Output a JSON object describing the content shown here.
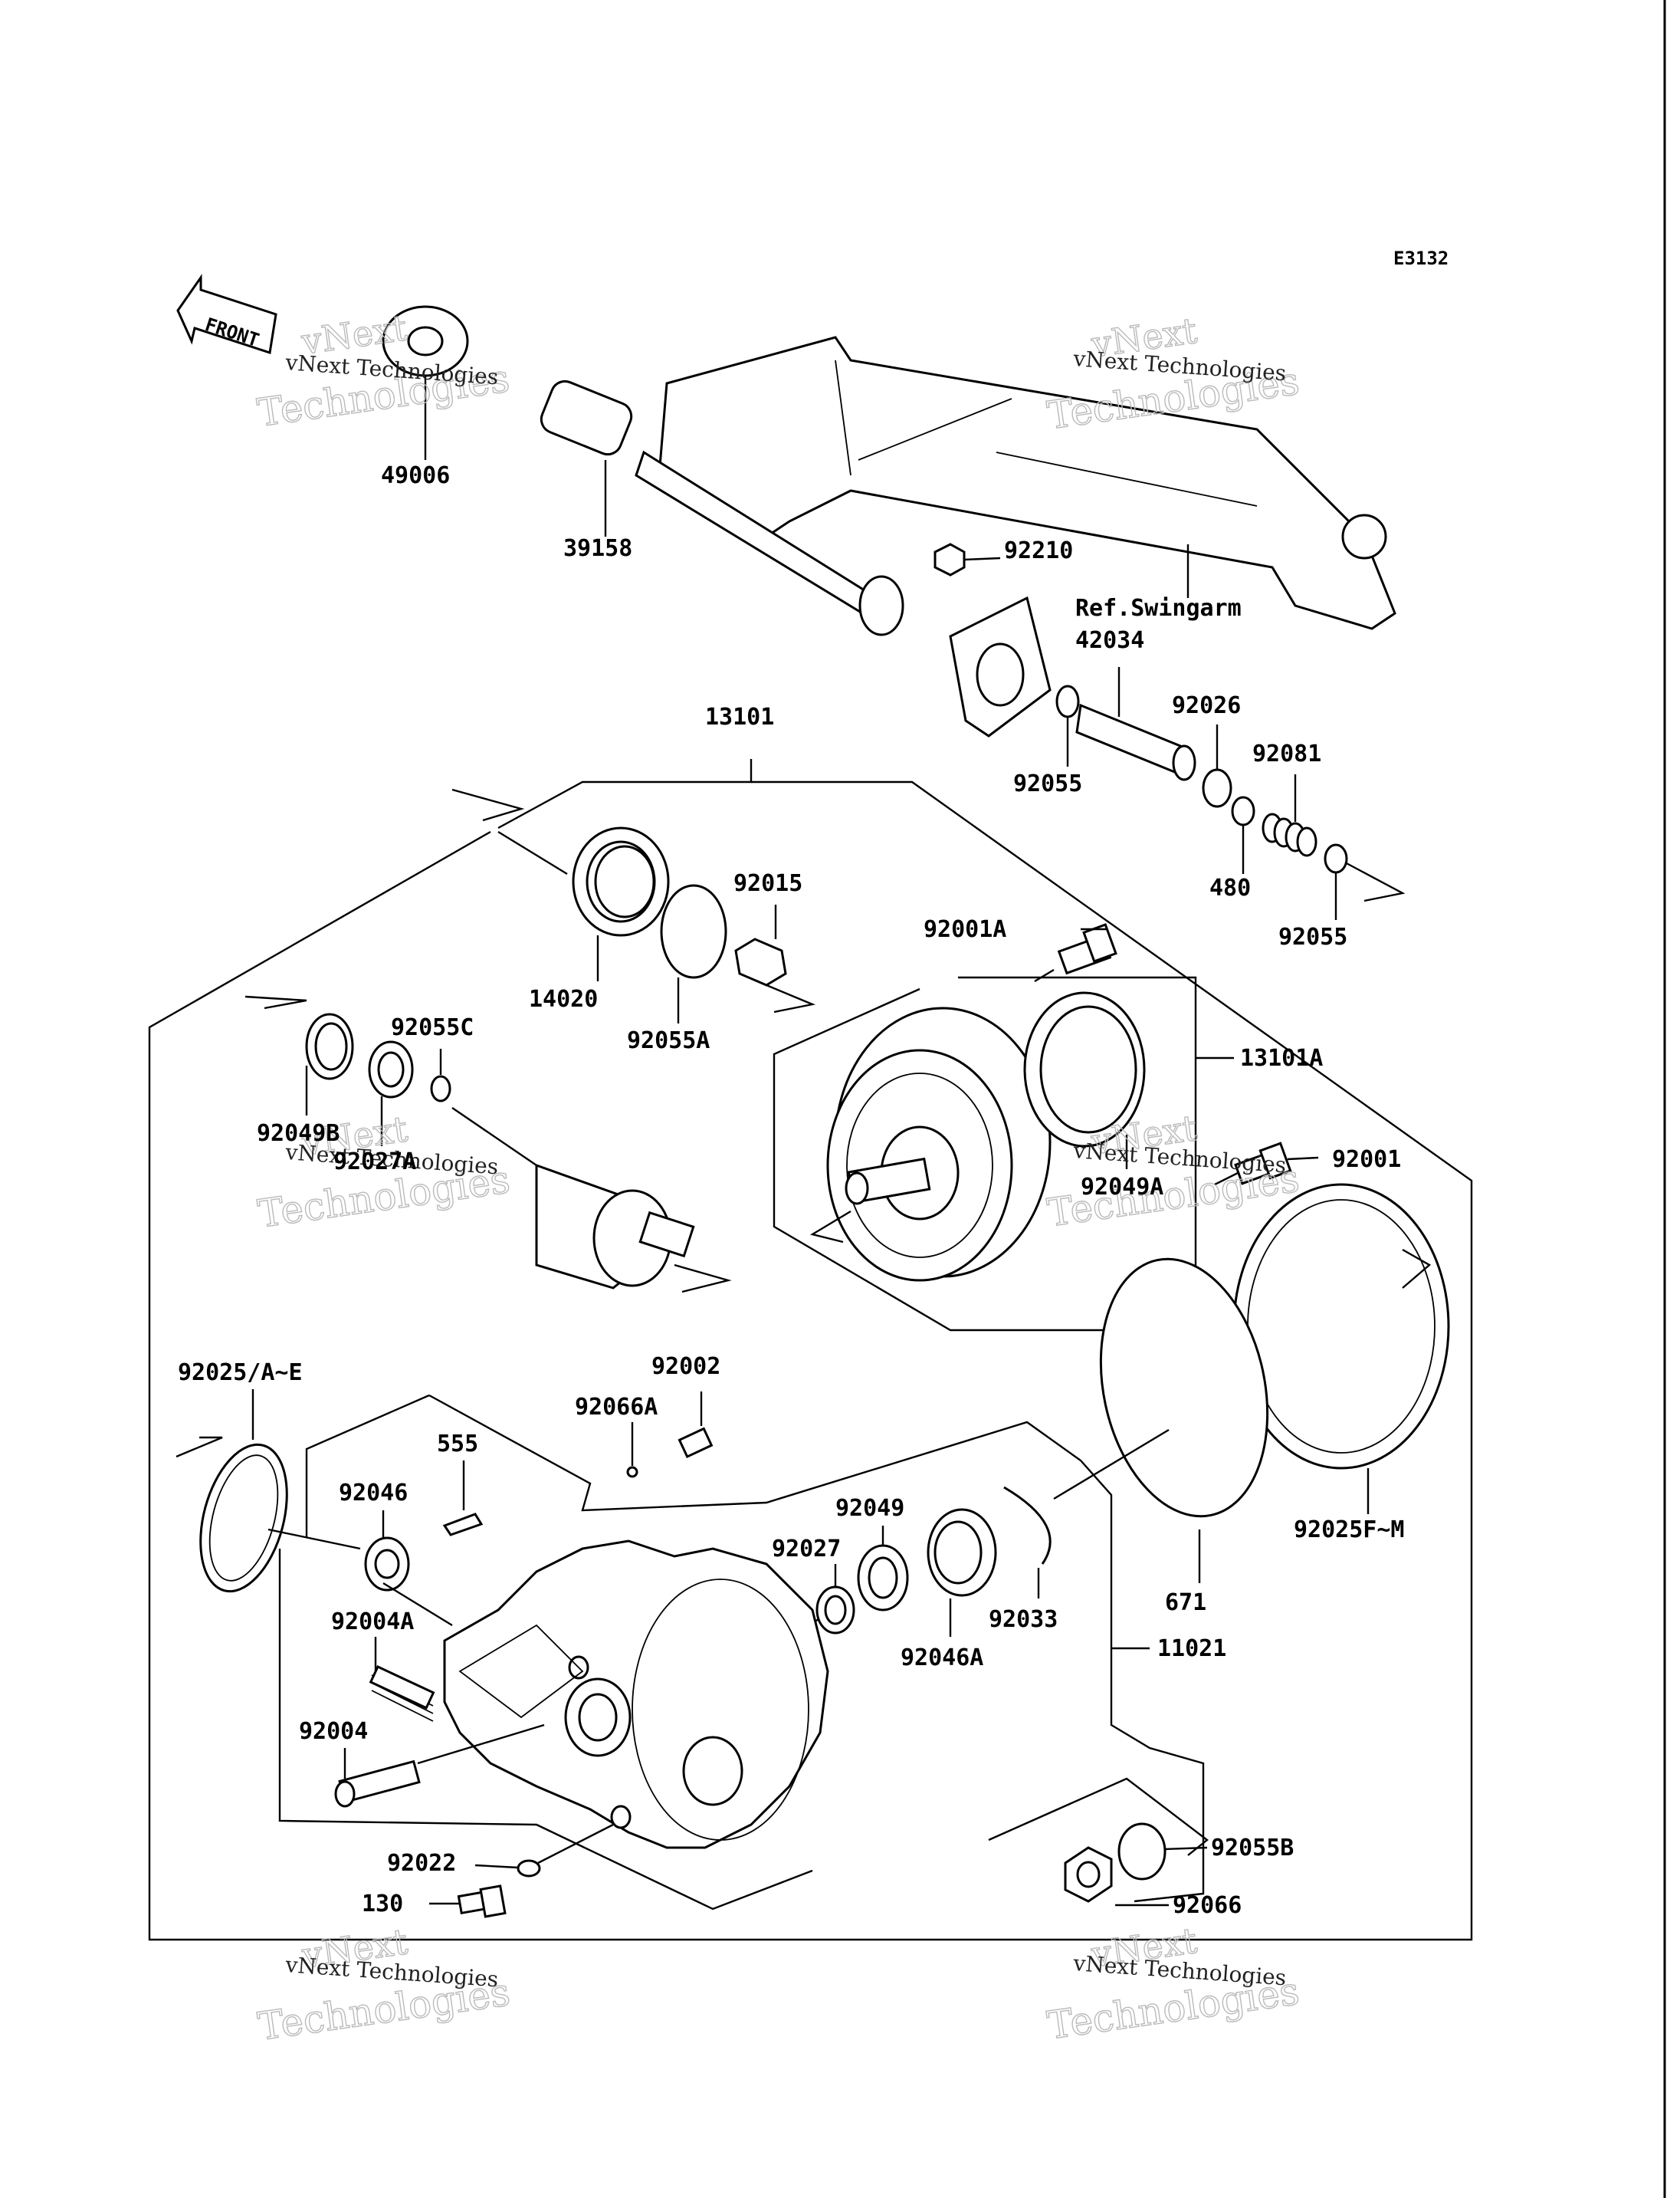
{
  "diagram_code": "E3132",
  "front_label": "FRONT",
  "ref_label": "Ref.Swingarm",
  "watermark": {
    "line1": "vNext Technologies",
    "line2": "vNext",
    "line3": "Technologies"
  },
  "parts": {
    "p49006": "49006",
    "p39158": "39158",
    "p92210": "92210",
    "p42034": "42034",
    "p92026": "92026",
    "p92081": "92081",
    "p92055_top": "92055",
    "p480": "480",
    "p92055_b": "92055",
    "p13101": "13101",
    "p92015": "92015",
    "p14020": "14020",
    "p92055A": "92055A",
    "p92001A": "92001A",
    "p13101A": "13101A",
    "p92001": "92001",
    "p92049A": "92049A",
    "p92055C": "92055C",
    "p92049B": "92049B",
    "p92027A": "92027A",
    "p92025AE": "92025/A~E",
    "p92002": "92002",
    "p92066A": "92066A",
    "p555": "555",
    "p92046": "92046",
    "p92049": "92049",
    "p92027": "92027",
    "p92033": "92033",
    "p92046A": "92046A",
    "p671": "671",
    "p92025FM": "92025F~M",
    "p11021": "11021",
    "p92004A": "92004A",
    "p92004": "92004",
    "p92022": "92022",
    "p130": "130",
    "p92055B": "92055B",
    "p92066": "92066"
  }
}
